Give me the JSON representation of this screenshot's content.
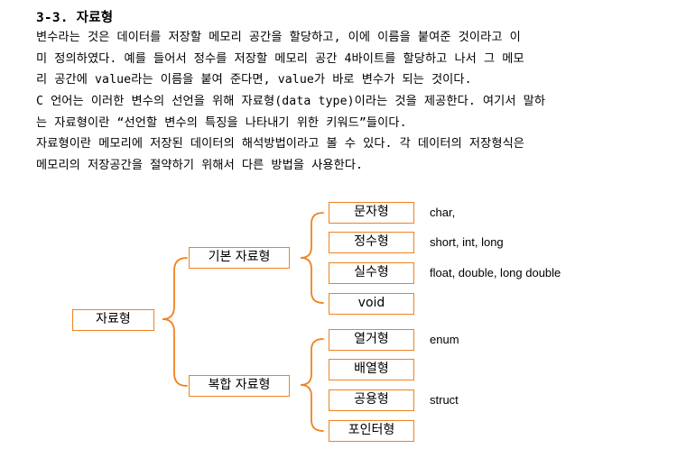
{
  "heading": "3-3. 자료형",
  "paragraphs": {
    "p1": [
      "변수라는 것은 데이터를 저장할 메모리 공간을 할당하고, 이에 이름을 붙여준 것이라고 이",
      "미 정의하였다. 예를 들어서 정수를 저장할 메모리 공간 4바이트를 할당하고 나서 그 메모",
      "리 공간에 value라는 이름을 붙여 준다면, value가 바로 변수가 되는 것이다."
    ],
    "p2": [
      "C 언어는 이러한 변수의 선언을 위해 자료형(data type)이라는 것을 제공한다. 여기서 말하",
      "는 자료형이란  “선언할 변수의 특징을 나타내기 위한 키워드”들이다."
    ],
    "p3": [
      "자료형이란 메모리에 저장된 데이터의 해석방법이라고 볼 수 있다. 각 데이터의 저장형식은",
      "메모리의 저장공간을 절약하기 위해서 다른 방법을 사용한다."
    ]
  },
  "diagram": {
    "root": "자료형",
    "basic": {
      "label": "기본 자료형",
      "items": [
        {
          "label": "문자형",
          "note": "char,"
        },
        {
          "label": "정수형",
          "note": "short, int, long"
        },
        {
          "label": "실수형",
          "note": "float, double, long double"
        },
        {
          "label": "void",
          "note": ""
        }
      ]
    },
    "composite": {
      "label": "복합 자료형",
      "items": [
        {
          "label": "열거형",
          "note": "enum"
        },
        {
          "label": "배열형",
          "note": ""
        },
        {
          "label": "공용형",
          "note": "struct"
        },
        {
          "label": "포인터형",
          "note": ""
        }
      ]
    },
    "colors": {
      "border": "#f0821e",
      "brace": "#f0821e"
    }
  }
}
